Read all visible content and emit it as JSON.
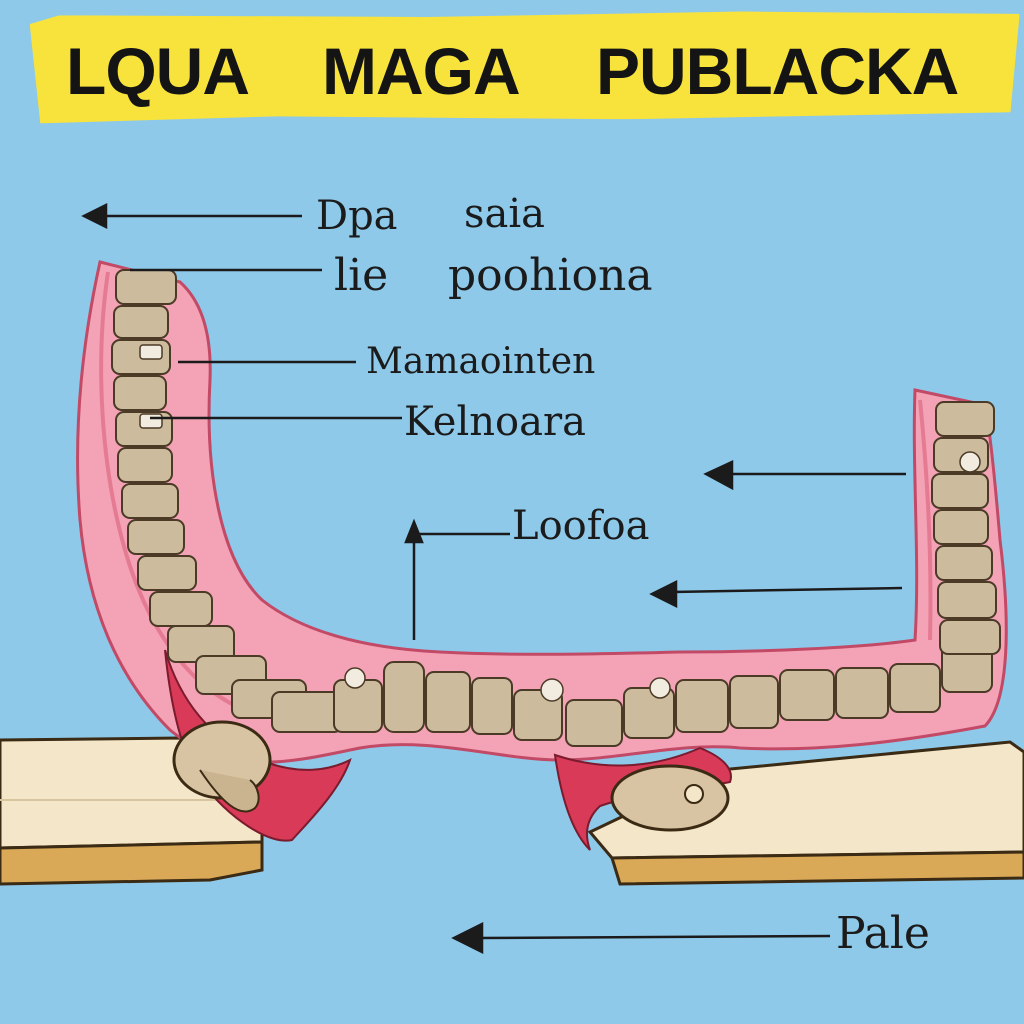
{
  "title": {
    "words": [
      "LQUA",
      "MAGA",
      "PUBLACKA"
    ]
  },
  "labels": {
    "dpa": "Dpa",
    "saia": "saia",
    "lie": "lie",
    "poohiona": "poohiona",
    "mamaointen": "Mamaointen",
    "kelnoara": "Kelnoara",
    "loofoa": "Loofoa",
    "pale": "Pale"
  },
  "colors": {
    "background": "#8ec9ea",
    "banner": "#f7e33c",
    "gum": "#f3a3b5",
    "gum_dark": "#d9405c",
    "bone": "#c9b9a0",
    "board": "#f4e6c8",
    "ink": "#1b1b1b"
  }
}
